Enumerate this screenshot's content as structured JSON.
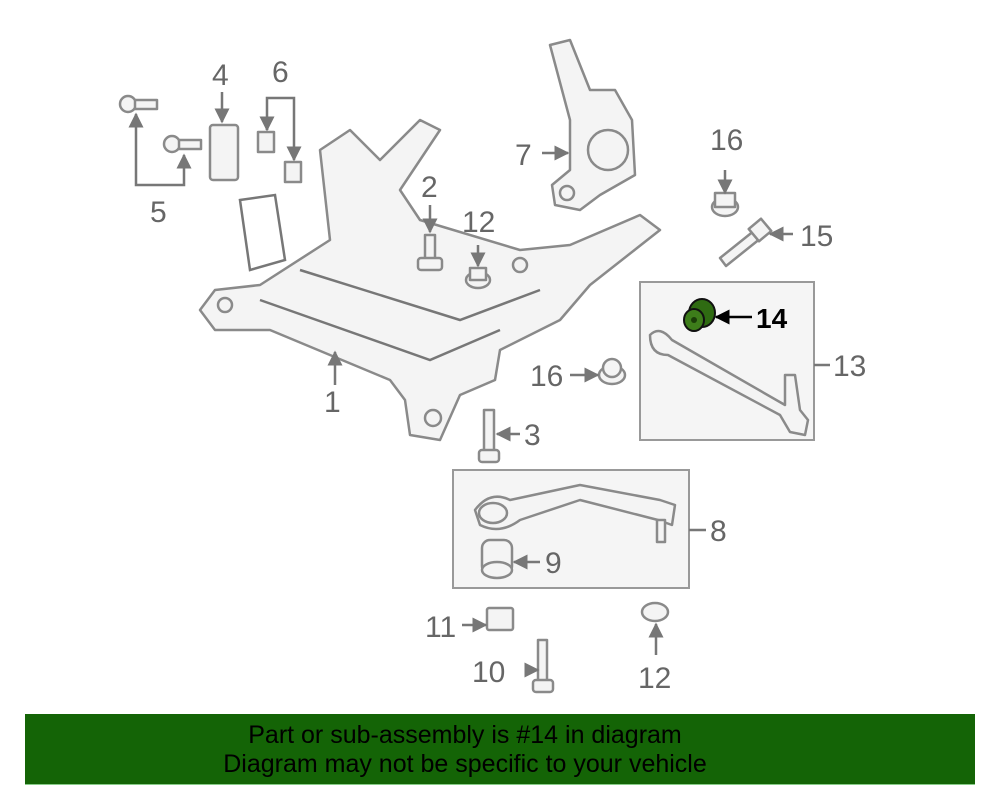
{
  "callouts": {
    "c1": "1",
    "c2": "2",
    "c3": "3",
    "c4": "4",
    "c5": "5",
    "c6": "6",
    "c7": "7",
    "c8": "8",
    "c9": "9",
    "c10": "10",
    "c11": "11",
    "c12a": "12",
    "c12b": "12",
    "c13": "13",
    "c14": "14",
    "c15": "15",
    "c16a": "16",
    "c16b": "16"
  },
  "highlighted_part": "14",
  "colors": {
    "highlight": "#2f6b12",
    "banner": "#146406"
  },
  "banner": {
    "line1": "Part or sub-assembly is #14 in diagram",
    "line2": "Diagram may not be specific to your vehicle"
  }
}
